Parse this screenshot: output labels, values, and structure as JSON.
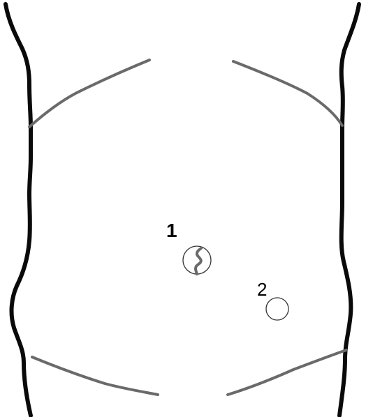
{
  "markers": [
    {
      "id": "1",
      "label": "1",
      "content": "incision-scar"
    },
    {
      "id": "2",
      "label": "2",
      "content": "empty"
    }
  ],
  "colors": {
    "outline": "#0a0a0a",
    "creases": "#6a6a6a",
    "marker_ring": "#333333",
    "background": "#ffffff"
  }
}
